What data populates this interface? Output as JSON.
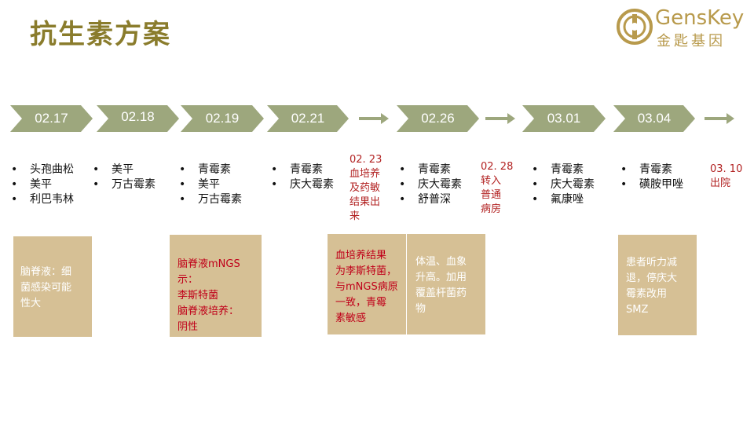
{
  "title": "抗生素方案",
  "logo": {
    "en": "GensKey",
    "cn": "金匙基因",
    "icon": "genskey-logo-icon"
  },
  "colors": {
    "chevron": "#9da77d",
    "box": "#d6c095",
    "title": "#8a7c2c",
    "note": "#b22222"
  },
  "timeline": {
    "dates": [
      "02.17",
      "02.18",
      "02.19",
      "02.21",
      "02.26",
      "03.01",
      "03.04"
    ],
    "drugs": [
      [
        "头孢曲松",
        "美平",
        "利巴韦林"
      ],
      [
        "美平",
        "万古霉素"
      ],
      [
        "青霉素",
        "美平",
        "万古霉素"
      ],
      [
        "青霉素",
        "庆大霉素"
      ],
      [
        "青霉素",
        "庆大霉素",
        "舒普深"
      ],
      [
        "青霉素",
        "庆大霉素",
        "氟康唑"
      ],
      [
        "青霉素",
        "磺胺甲唑"
      ]
    ],
    "notes": [
      [
        "02. 23",
        "血培养",
        "及药敏",
        "结果出",
        "来"
      ],
      [
        "02. 28",
        "转入",
        "普通",
        "病房"
      ],
      [
        "03. 10",
        "出院"
      ]
    ]
  },
  "boxes": [
    {
      "lines": [
        "脑脊液：细",
        "菌感染可能",
        "性大"
      ]
    },
    {
      "lines": [
        "脑脊液mNGS示：",
        "李斯特菌",
        "脑脊液培养：",
        "阴性"
      ]
    },
    {
      "lines": [
        "血培养结果",
        "为李斯特菌，",
        "与mNGS病原",
        "一致，青霉",
        "素敏感"
      ]
    },
    {
      "lines": [
        "体温、血象",
        "升高。加用",
        "覆盖杆菌药",
        "物"
      ]
    },
    {
      "lines": [
        "患者听力减",
        "退，停庆大",
        "霉素改用",
        "SMZ"
      ]
    }
  ]
}
